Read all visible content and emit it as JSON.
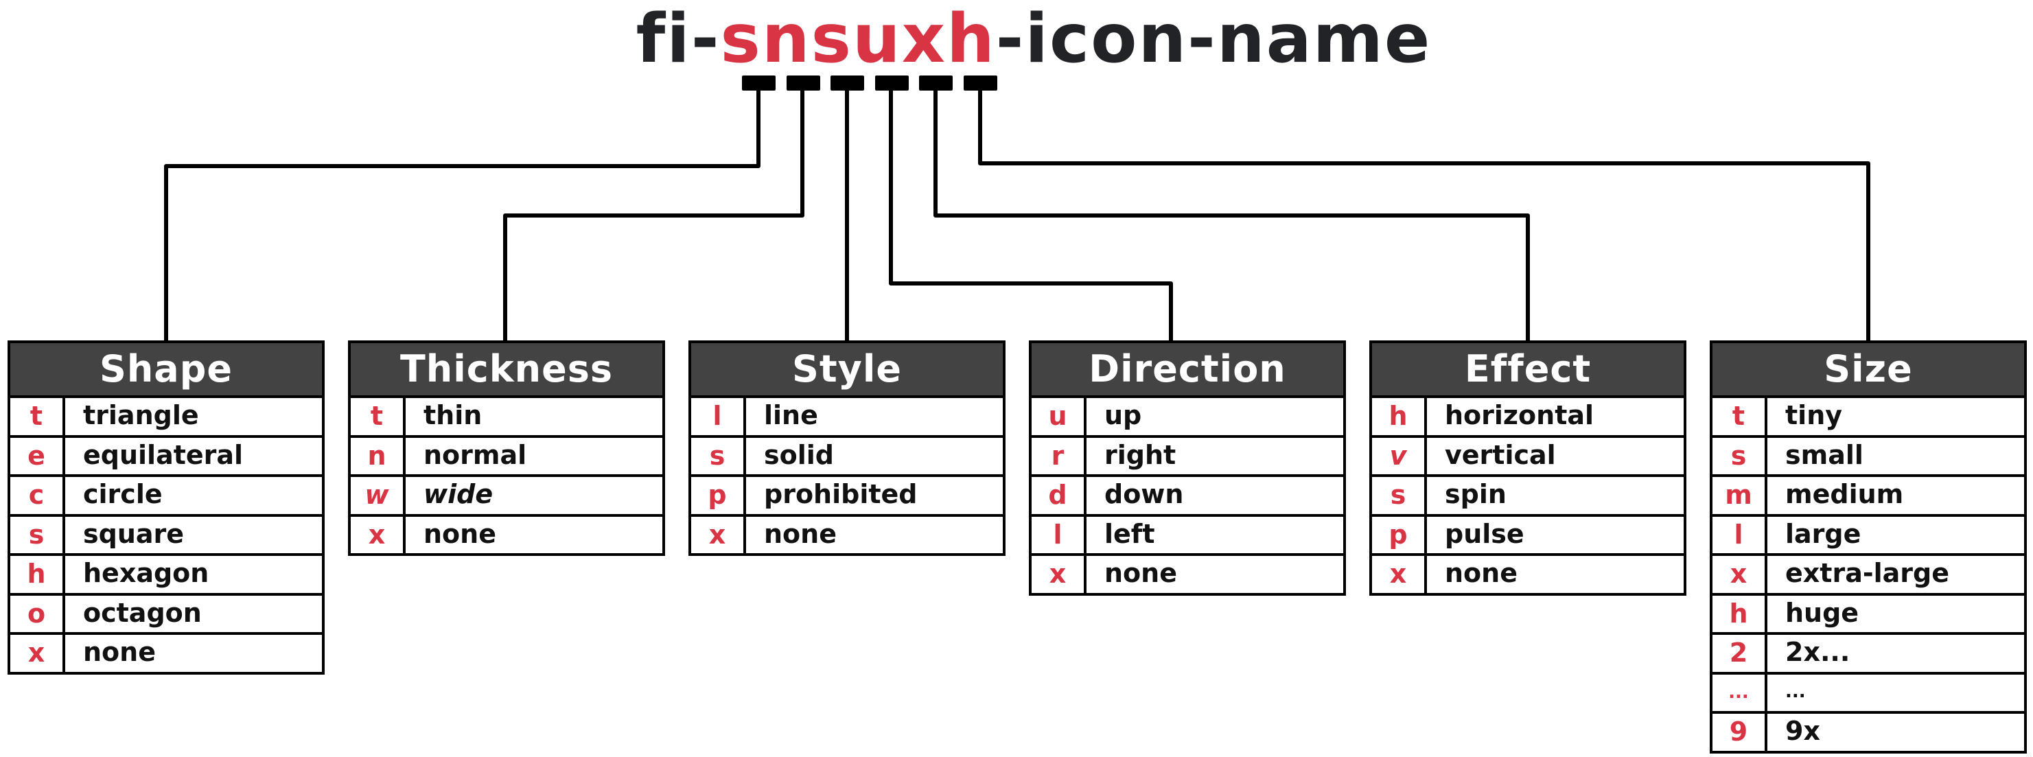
{
  "title": {
    "prefix": "fi-",
    "code": "snsuxh",
    "suffix": "-icon-name",
    "colors": {
      "text": "#222326",
      "accent": "#d93444"
    }
  },
  "colors": {
    "header_bg": "#434343",
    "header_text": "#ffffff",
    "key_text": "#d93444",
    "value_text": "#111111",
    "lines": "#000000"
  },
  "tables": [
    {
      "title": "Shape",
      "rows": [
        {
          "key": "t",
          "value": "triangle"
        },
        {
          "key": "e",
          "value": "equilateral"
        },
        {
          "key": "c",
          "value": "circle"
        },
        {
          "key": "s",
          "value": "square"
        },
        {
          "key": "h",
          "value": "hexagon"
        },
        {
          "key": "o",
          "value": "octagon"
        },
        {
          "key": "x",
          "value": "none"
        }
      ]
    },
    {
      "title": "Thickness",
      "rows": [
        {
          "key": "t",
          "value": "thin"
        },
        {
          "key": "n",
          "value": "normal"
        },
        {
          "key": "w",
          "value": "wide"
        },
        {
          "key": "x",
          "value": "none"
        }
      ]
    },
    {
      "title": "Style",
      "rows": [
        {
          "key": "l",
          "value": "line"
        },
        {
          "key": "s",
          "value": "solid"
        },
        {
          "key": "p",
          "value": "prohibited"
        },
        {
          "key": "x",
          "value": "none"
        }
      ]
    },
    {
      "title": "Direction",
      "rows": [
        {
          "key": "u",
          "value": "up"
        },
        {
          "key": "r",
          "value": "right"
        },
        {
          "key": "d",
          "value": "down"
        },
        {
          "key": "l",
          "value": "left"
        },
        {
          "key": "x",
          "value": "none"
        }
      ]
    },
    {
      "title": "Effect",
      "rows": [
        {
          "key": "h",
          "value": "horizontal"
        },
        {
          "key": "v",
          "value": "vertical"
        },
        {
          "key": "s",
          "value": "spin"
        },
        {
          "key": "p",
          "value": "pulse"
        },
        {
          "key": "x",
          "value": "none"
        }
      ]
    },
    {
      "title": "Size",
      "rows": [
        {
          "key": "t",
          "value": "tiny"
        },
        {
          "key": "s",
          "value": "small"
        },
        {
          "key": "m",
          "value": "medium"
        },
        {
          "key": "l",
          "value": "large"
        },
        {
          "key": "x",
          "value": "extra-large"
        },
        {
          "key": "h",
          "value": "huge"
        },
        {
          "key": "2",
          "value": "2x..."
        },
        {
          "key": "...",
          "value": "..."
        },
        {
          "key": "9",
          "value": "9x"
        }
      ]
    }
  ]
}
